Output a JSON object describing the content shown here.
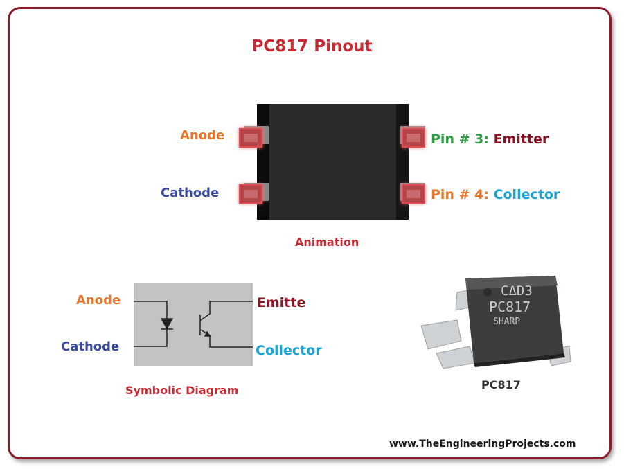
{
  "title": "PC817 Pinout",
  "top_diagram": {
    "left_labels": [
      "Anode",
      "Cathode"
    ],
    "right_labels": [
      {
        "prefix": "Pin # 3:",
        "name": "Emitter"
      },
      {
        "prefix": "Pin # 4:",
        "name": "Collector"
      }
    ],
    "caption": "Animation"
  },
  "symbolic": {
    "left_labels": [
      "Anode",
      "Cathode"
    ],
    "right_labels": [
      "Emitte",
      "Collector"
    ],
    "caption": "Symbolic Diagram"
  },
  "photo": {
    "chip_marking": [
      "CΔD3",
      "PC817",
      "SHARP"
    ],
    "caption": "PC817"
  },
  "website": "www.TheEngineeringProjects.com",
  "colors": {
    "frame": "#8b1c2a",
    "title": "#c62a33",
    "anode": "#e8762b",
    "cathode": "#3b4c9e",
    "pin_prefix": "#2ea043",
    "emitter": "#8b1324",
    "collector": "#1aa3d4"
  }
}
